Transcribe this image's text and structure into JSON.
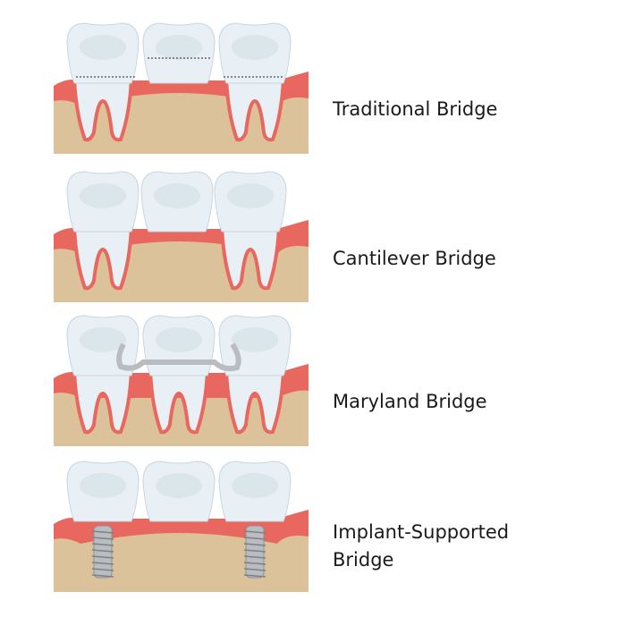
{
  "bridges": [
    {
      "label": "Traditional Bridge"
    },
    {
      "label": "Cantilever Bridge"
    },
    {
      "label": "Maryland Bridge"
    },
    {
      "label_line1": "Implant-Supported",
      "label_line2": "Bridge"
    }
  ],
  "colors": {
    "bone": "#dcc29a",
    "gum": "#e8675e",
    "gum_light": "#f2a49b",
    "tooth": "#e9f0f5",
    "tooth_shade": "#c7d6e2",
    "metal": "#b9bcc0"
  }
}
